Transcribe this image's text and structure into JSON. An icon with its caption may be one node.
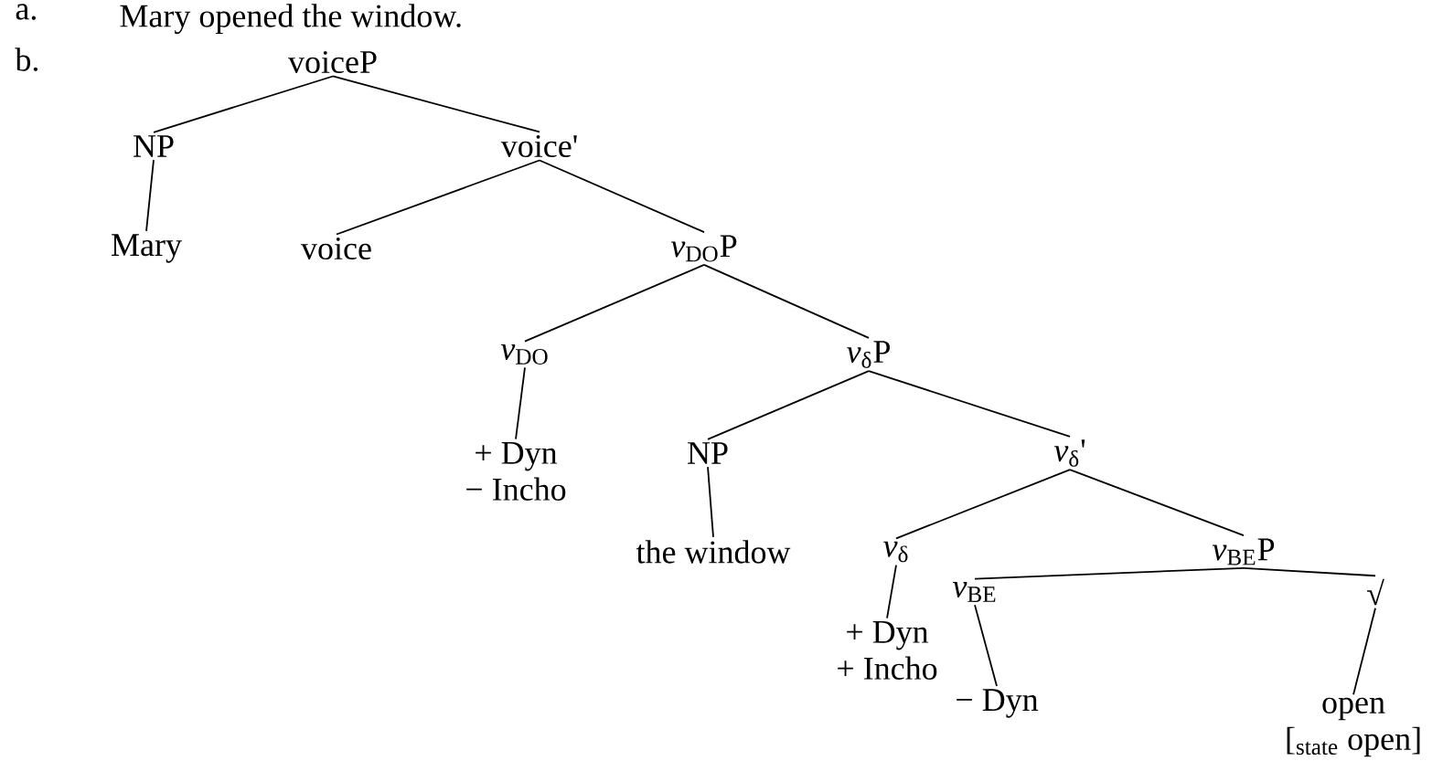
{
  "diagram": {
    "nodes": [
      {
        "text": [
          "voiceP"
        ]
      },
      {
        "text": [
          "NP"
        ]
      },
      {
        "text": [
          "voice'"
        ]
      },
      {
        "text": [
          "Mary"
        ]
      },
      {
        "text": [
          "voice"
        ]
      },
      {
        "text": [
          "*v*$_{DO}$P"
        ]
      },
      {
        "text": [
          "*v*$_{DO}$"
        ]
      },
      {
        "text": [
          "*v*$_{δ}$P"
        ]
      },
      {
        "text": [
          "+ Dyn",
          "− Incho"
        ]
      },
      {
        "text": [
          "NP"
        ]
      },
      {
        "text": [
          "*v*$_{δ}$'"
        ]
      },
      {
        "text": [
          "the window"
        ]
      },
      {
        "text": [
          "*v*$_{δ}$"
        ]
      },
      {
        "text": [
          "*v*$_{BE}$P"
        ]
      },
      {
        "text": [
          "+ Dyn",
          "+ Incho"
        ]
      },
      {
        "text": [
          "*v*$_{BE}$"
        ]
      },
      {
        "text": [
          "√"
        ]
      },
      {
        "text": [
          "− Dyn"
        ]
      },
      {
        "text": [
          "open",
          "[$_{state}$ open]"
        ]
      }
    ],
    "edges": [
      {
        "from": 0,
        "to": 1,
        "arrow": "none"
      },
      {
        "from": 0,
        "to": 2,
        "arrow": "none"
      },
      {
        "from": 1,
        "to": 3,
        "arrow": "none"
      },
      {
        "from": 2,
        "to": 4,
        "arrow": "none"
      },
      {
        "from": 2,
        "to": 5,
        "arrow": "none"
      },
      {
        "from": 5,
        "to": 6,
        "arrow": "none"
      },
      {
        "from": 5,
        "to": 7,
        "arrow": "none"
      },
      {
        "from": 6,
        "to": 8,
        "arrow": "none"
      },
      {
        "from": 7,
        "to": 9,
        "arrow": "none"
      },
      {
        "from": 7,
        "to": 10,
        "arrow": "none"
      },
      {
        "from": 9,
        "to": 11,
        "arrow": "none"
      },
      {
        "from": 10,
        "to": 12,
        "arrow": "none"
      },
      {
        "from": 10,
        "to": 13,
        "arrow": "none"
      },
      {
        "from": 12,
        "to": 14,
        "arrow": "none"
      },
      {
        "from": 13,
        "to": 15,
        "arrow": "none"
      },
      {
        "from": 13,
        "to": 16,
        "arrow": "none"
      },
      {
        "from": 15,
        "to": 17,
        "arrow": "none"
      },
      {
        "from": 16,
        "to": 18,
        "arrow": "none"
      }
    ],
    "labels": [
      "a.",
      "Mary opened the window.",
      "b."
    ]
  }
}
